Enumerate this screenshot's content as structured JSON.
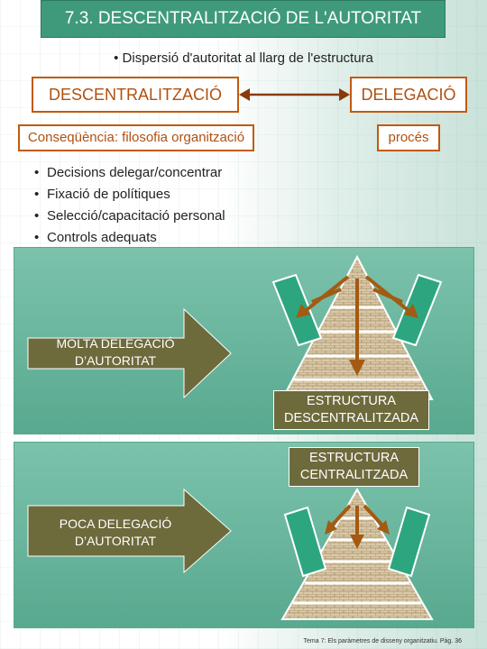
{
  "title": "7.3. DESCENTRALITZACIÓ DE L'AUTORITAT",
  "subtitle": "• Dispersió d'autoritat al llarg de l'estructura",
  "left_label": "DESCENTRALITZACIÓ",
  "right_label": "DELEGACIÓ",
  "left_sublabel": "Conseqüència: filosofia organització",
  "right_sublabel": "procés",
  "bullets": [
    "Decisions delegar/concentrar",
    "Fixació de polítiques",
    "Selecció/capacitació personal",
    "Controls adequats"
  ],
  "panel_top": {
    "arrow_label_line1": "MOLTA DELEGACIÓ",
    "arrow_label_line2": "D’AUTORITAT",
    "caption_line1": "ESTRUCTURA",
    "caption_line2": "DESCENTRALITZADA"
  },
  "panel_bottom": {
    "arrow_label_line1": "POCA DELEGACIÓ",
    "arrow_label_line2": "D’AUTORITAT",
    "caption_line1": "ESTRUCTURA",
    "caption_line2": "CENTRALITZADA"
  },
  "footer": "Tema 7: Els paràmetres de disseny organitzatiu. Pàg. 36",
  "colors": {
    "title_bg": "#3f9a7c",
    "label_border": "#c05a10",
    "panel_green": "#6bb7a0",
    "arrow_brown": "#a45a12",
    "big_arrow": "#6d6a3c"
  }
}
